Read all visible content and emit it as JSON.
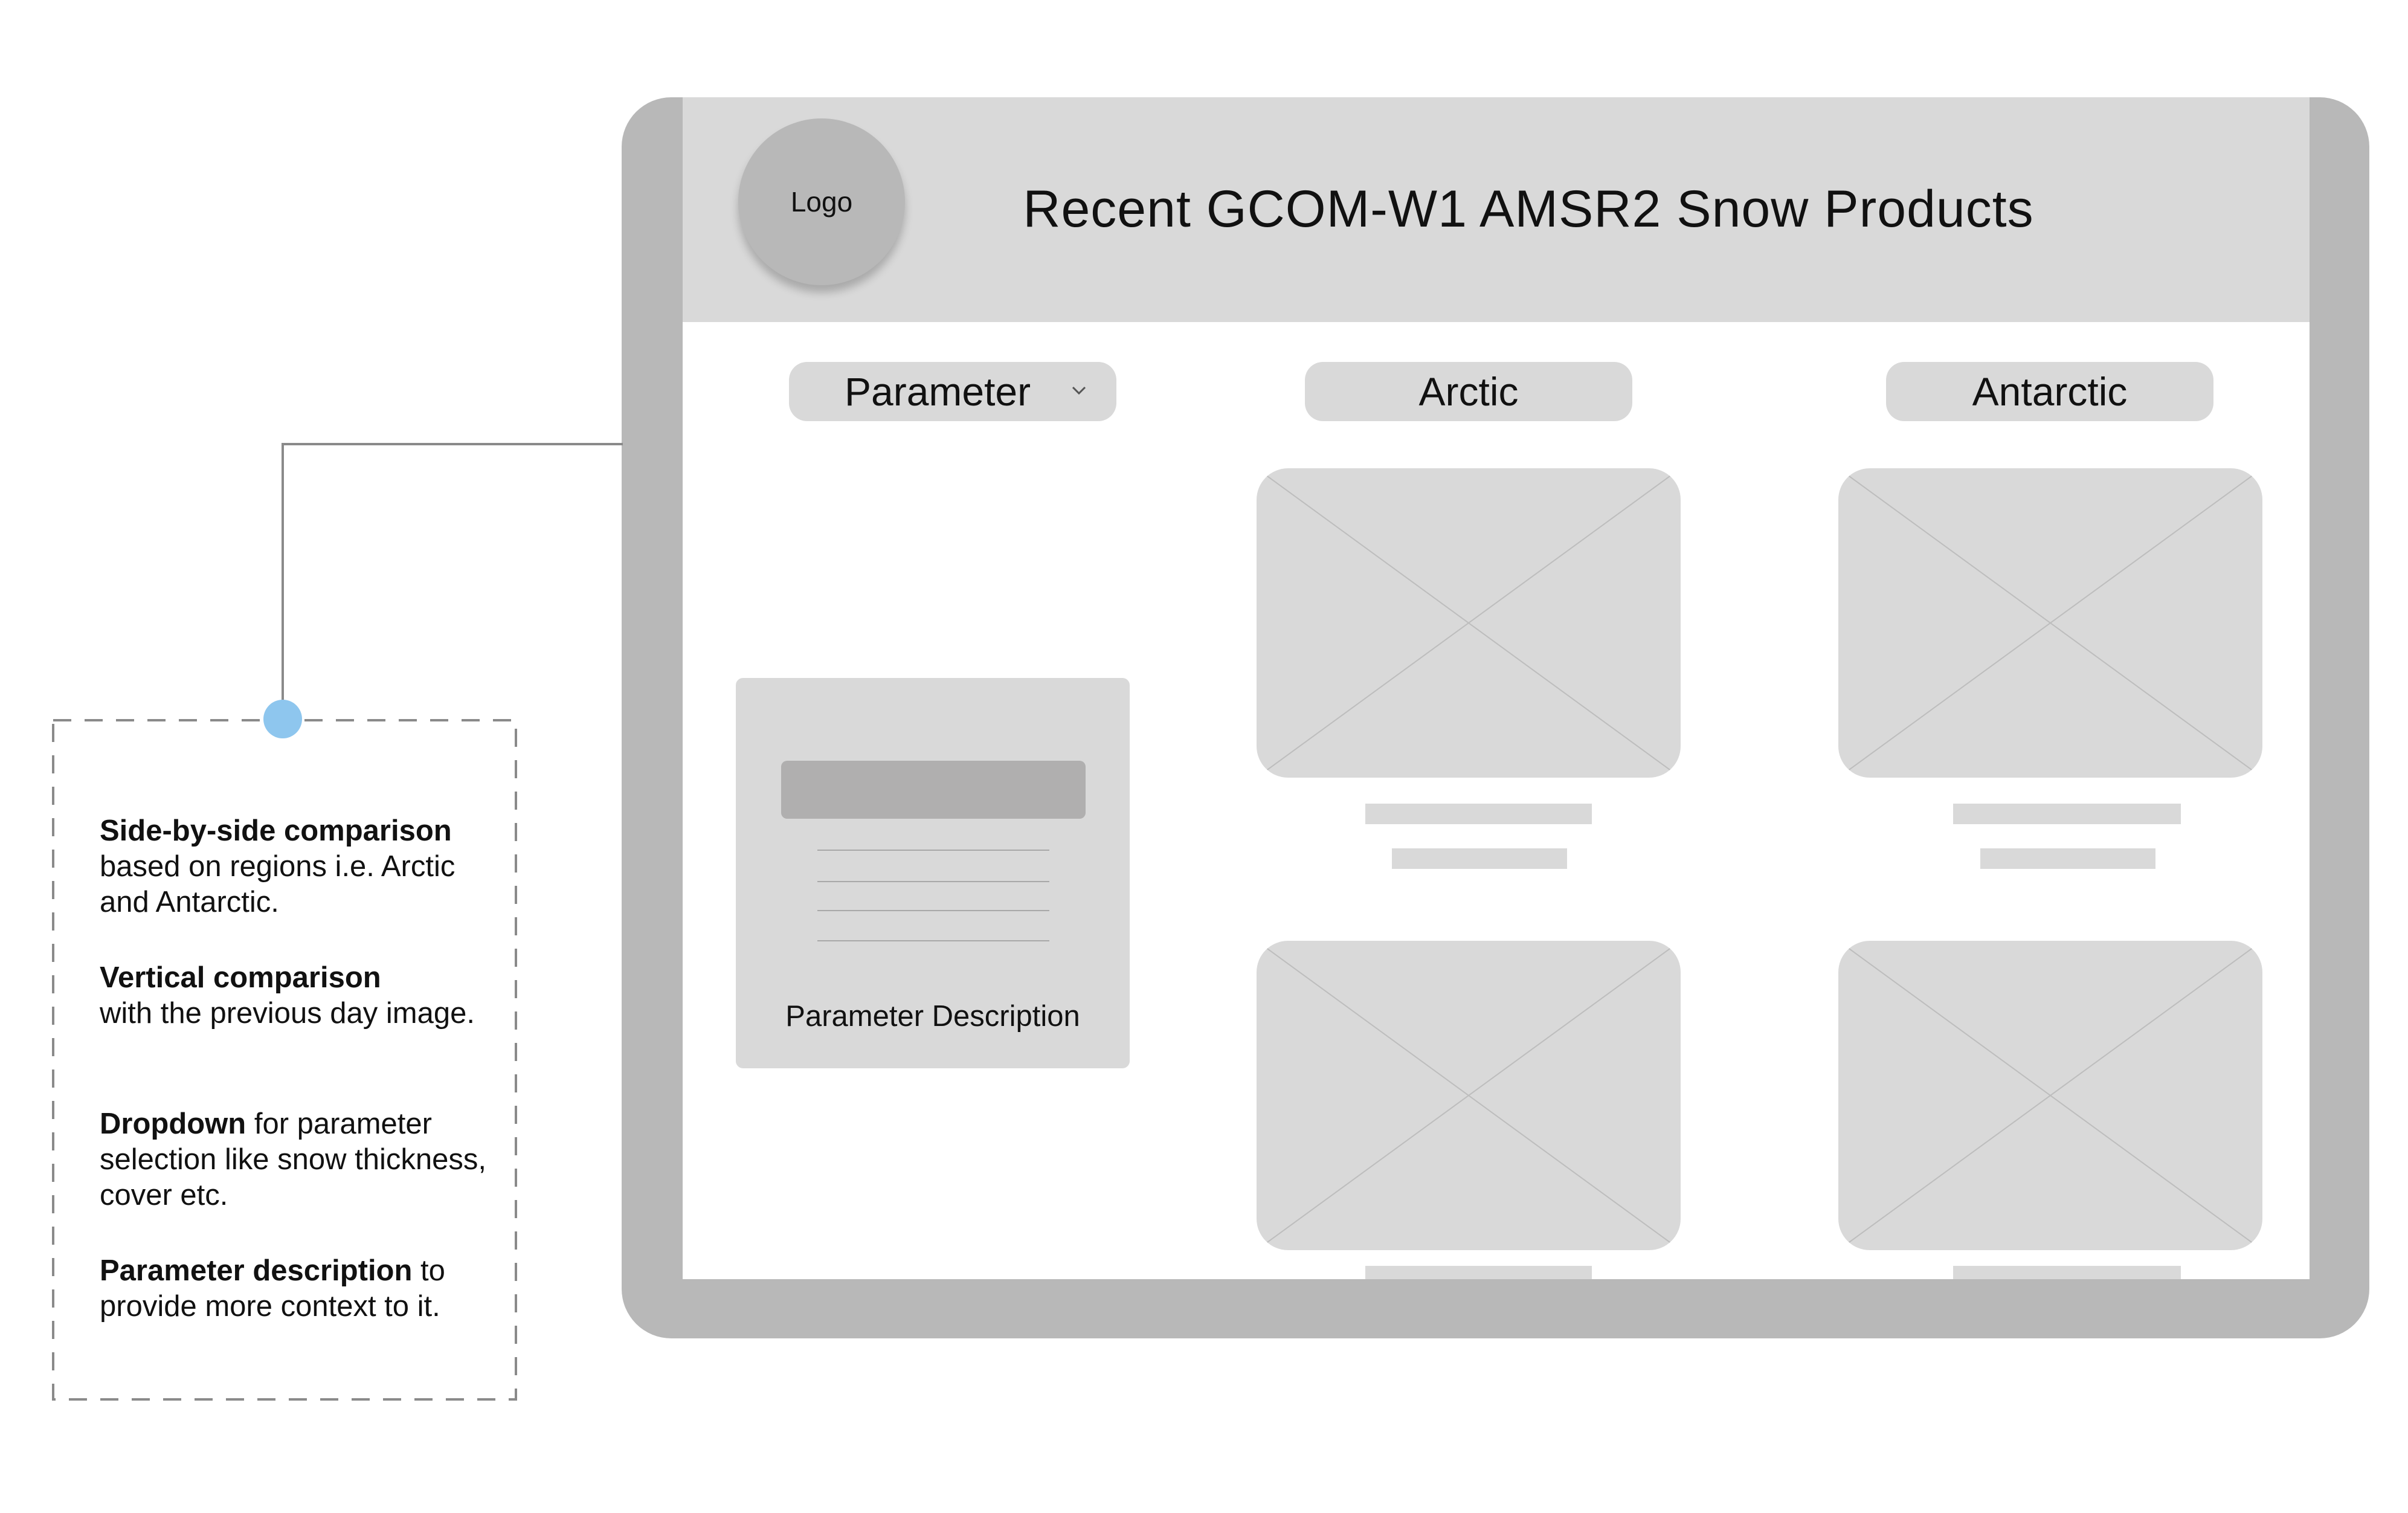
{
  "app": {
    "title": "Recent GCOM-W1 AMSR2 Snow Products",
    "logo_label": "Logo"
  },
  "controls": {
    "parameter_dropdown_label": "Parameter",
    "region_headers": [
      "Arctic",
      "Antarctic"
    ]
  },
  "parameter_card": {
    "caption": "Parameter Description"
  },
  "annotations": [
    {
      "bold": "Side-by-side comparison",
      "text": "based on regions i.e. Arctic and Antarctic."
    },
    {
      "bold": "Vertical comparison",
      "text": "with the previous day image."
    },
    {
      "bold": "Dropdown",
      "text": " for parameter selection like snow thickness, cover etc."
    },
    {
      "bold": "Parameter description",
      "text": " to provide more context to it."
    }
  ],
  "colors": {
    "frame": "#b8b8b8",
    "placeholder": "#d9d9d9",
    "connector_dot": "#8ec6ee",
    "connector_line": "#8a8a8a"
  }
}
